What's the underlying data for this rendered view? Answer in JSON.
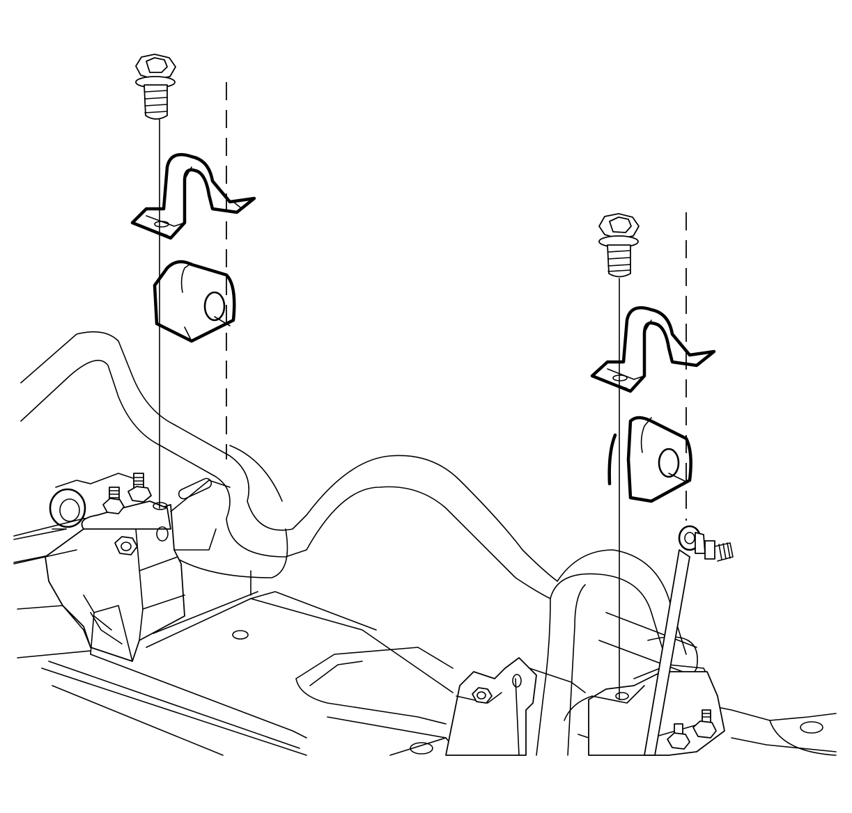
{
  "diagram": {
    "view": "exploded-assembly",
    "line_color": "#000000",
    "background_color": "#ffffff",
    "components": [
      {
        "id": "left-bolt",
        "icon": "hex-flange-bolt-icon"
      },
      {
        "id": "left-clamp",
        "icon": "stabilizer-clamp-icon"
      },
      {
        "id": "left-insulator",
        "icon": "stabilizer-bushing-icon"
      },
      {
        "id": "right-bolt",
        "icon": "hex-flange-bolt-icon"
      },
      {
        "id": "right-clamp",
        "icon": "stabilizer-clamp-icon"
      },
      {
        "id": "right-insulator",
        "icon": "stabilizer-bushing-icon"
      },
      {
        "id": "stabilizer-shaft",
        "icon": "stabilizer-bar-icon"
      },
      {
        "id": "stabilizer-link",
        "icon": "link-rod-icon"
      },
      {
        "id": "frame",
        "icon": "vehicle-frame-icon"
      }
    ]
  }
}
